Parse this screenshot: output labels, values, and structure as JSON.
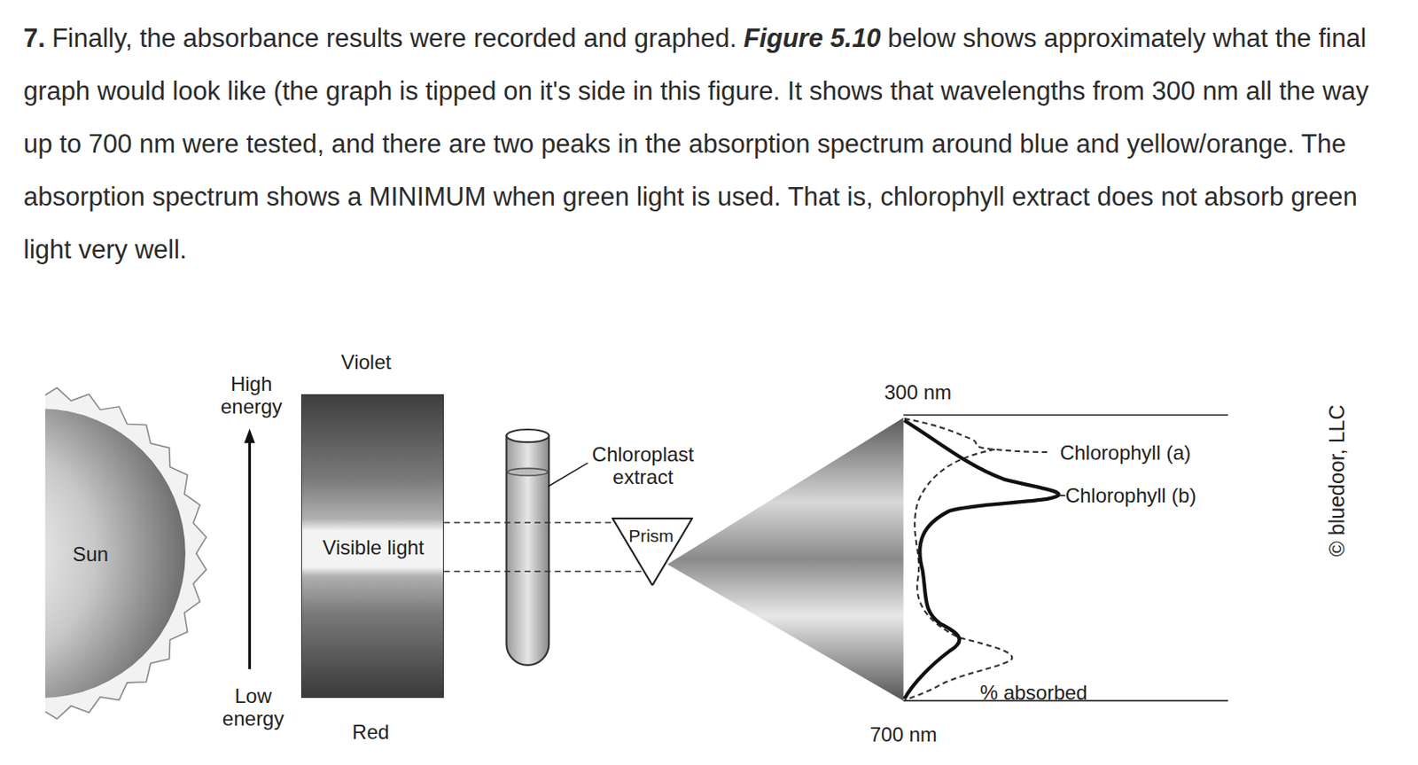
{
  "diagram": {
    "nodes": [
      {
        "text": [
          "Sun"
        ]
      },
      {
        "text": [
          "Violet",
          "Visible light",
          "Red"
        ]
      },
      {
        "text": [
          "Prism"
        ]
      }
    ],
    "edges": [
      {
        "from": 1,
        "to": 2,
        "arrow": "none"
      },
      {
        "from": 1,
        "to": 2,
        "arrow": "none"
      }
    ],
    "labels": [
      "7.",
      "Finally, the absorbance results were recorded and graphed.",
      "Figure 5.10",
      "below shows approximately what the final graph would look like (the graph is tipped on it's side in this figure. It shows that wavelengths from 300 nm all the way up to 700 nm were tested, and there are two peaks in the absorption spectrum around blue and yellow/orange. The absorption spectrum shows a MINIMUM when green light is used. That is, chlorophyll extract does not absorb green light very well.",
      "High energy",
      "Low energy",
      "Chloroplast extract",
      "300 nm",
      "Chlorophyll (a)",
      "Chlorophyll (b)",
      "% absorbed",
      "700 nm",
      "© bluedoor, LLC"
    ]
  }
}
